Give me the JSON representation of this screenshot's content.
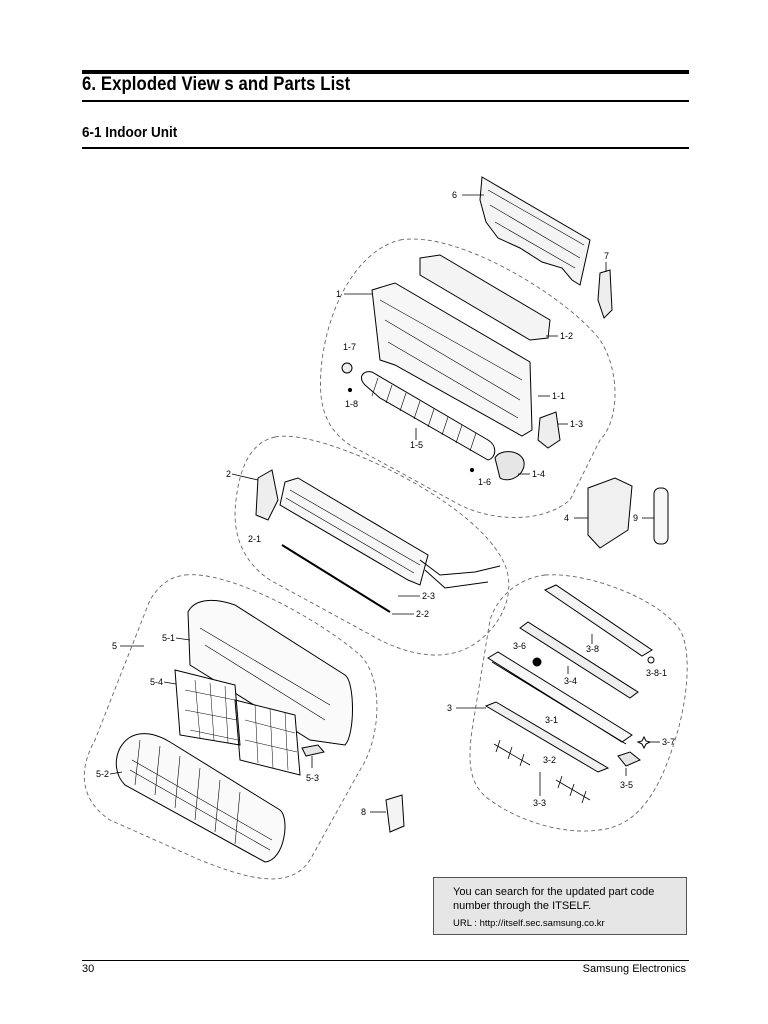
{
  "section_title": "6. Exploded View s and Parts List",
  "subsection_title": "6-1 Indoor Unit",
  "callouts": {
    "c6": "6",
    "c7": "7",
    "c1": "1",
    "c1_2": "1-2",
    "c1_7": "1-7",
    "c1_8": "1-8",
    "c1_1": "1-1",
    "c1_3": "1-3",
    "c1_5": "1-5",
    "c1_6": "1-6",
    "c1_4": "1-4",
    "c2": "2",
    "c2_1": "2-1",
    "c2_3": "2-3",
    "c2_2": "2-2",
    "c4": "4",
    "c9": "9",
    "c5": "5",
    "c5_1": "5-1",
    "c5_4": "5-4",
    "c5_2": "5-2",
    "c5_3": "5-3",
    "c8": "8",
    "c3": "3",
    "c3_6": "3-6",
    "c3_8": "3-8",
    "c3_8_1": "3-8-1",
    "c3_4": "3-4",
    "c3_1": "3-1",
    "c3_7": "3-7",
    "c3_2": "3-2",
    "c3_5": "3-5",
    "c3_3": "3-3"
  },
  "note": {
    "line1": "You can search for the updated part code",
    "line2": "number through the ITSELF.",
    "url": "URL : http://itself.sec.samsung.co.kr"
  },
  "footer": {
    "page_number": "30",
    "brand": "Samsung Electronics"
  }
}
